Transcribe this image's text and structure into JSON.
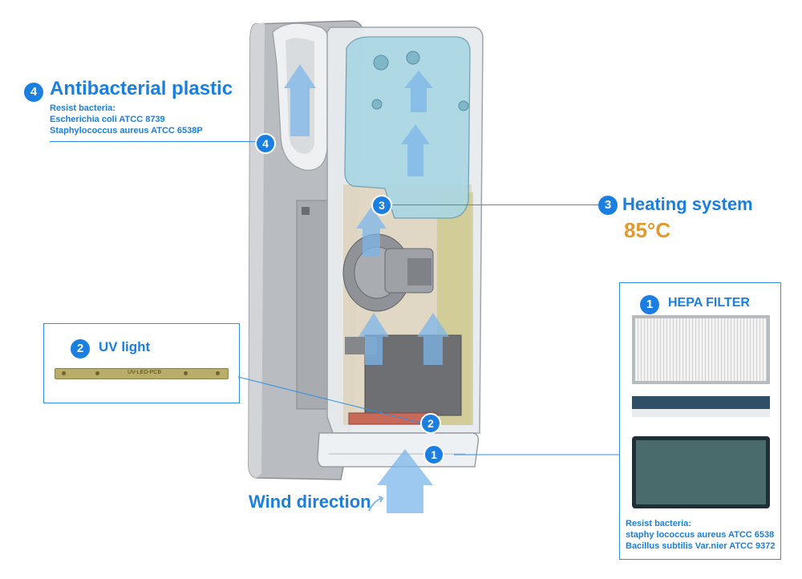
{
  "callouts": {
    "antibacterial": {
      "number": "4",
      "title": "Antibacterial plastic",
      "lines": [
        "Resist bacteria:",
        "Escherichia coli ATCC 8739",
        "Staphylococcus aureus ATCC 6538P"
      ]
    },
    "heating": {
      "number": "3",
      "title": "Heating system",
      "temperature": "85°C"
    },
    "uv": {
      "number": "2",
      "title": "UV light",
      "board_text": "UV-LED-PCB"
    },
    "hepa": {
      "number": "1",
      "title": "HEPA FILTER",
      "lines": [
        "Resist bacteria:",
        "staphy lococcus aureus ATCC 6538",
        "Bacillus subtilis Var.nier ATCC 9372"
      ]
    },
    "wind": {
      "label": "Wind direction"
    }
  },
  "markers": {
    "m4": "4",
    "m3": "3",
    "m2": "2",
    "m1": "1"
  },
  "colors": {
    "accent": "#1a7fe0",
    "temperature": "#e39a2c",
    "leader": "#2f8fe6"
  }
}
